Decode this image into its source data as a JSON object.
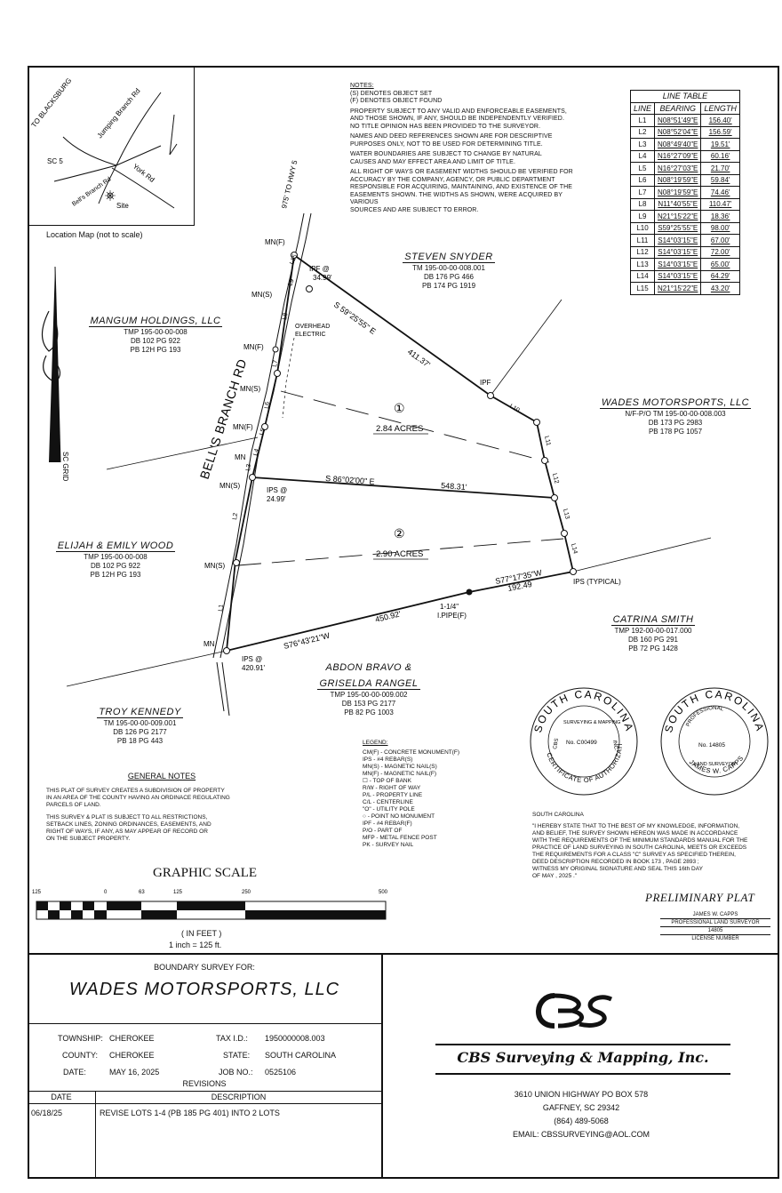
{
  "location_map": {
    "caption": "Location Map (not to scale)",
    "labels": {
      "to_blacksburg": "TO BLACKSBURG",
      "jumping_branch": "Jumping Branch Rd",
      "sc5": "SC 5",
      "york_rd": "York Rd",
      "bells_branch": "Bell's Branch Rd",
      "site": "Site"
    }
  },
  "notes": {
    "heading": "NOTES:",
    "lines": [
      "(S) DENOTES OBJECT SET",
      "(F) DENOTES OBJECT FOUND",
      "PROPERTY SUBJECT TO ANY VALID AND ENFORCEABLE EASEMENTS,",
      "AND THOSE SHOWN, IF ANY, SHOULD BE INDEPENDENTLY VERIFIED.",
      "NO TITLE OPINION HAS BEEN PROVIDED TO THE SURVEYOR.",
      "NAMES AND DEED REFERENCES SHOWN ARE FOR DESCRIPTIVE",
      "PURPOSES ONLY, NOT TO BE USED FOR DETERMINING TITLE.",
      "WATER BOUNDARIES ARE SUBJECT TO CHANGE BY NATURAL",
      "CAUSES AND MAY EFFECT AREA AND LIMIT OF TITLE.",
      "ALL RIGHT OF WAYS OR EASEMENT WIDTHS SHOULD BE VERIFIED FOR",
      "ACCURACY BY THE COMPANY, AGENCY, OR PUBLIC DEPARTMENT",
      "RESPONSIBLE FOR ACQUIRING, MAINTAINING, AND EXISTENCE OF THE",
      "EASEMENTS SHOWN. THE WIDTHS AS SHOWN, WERE ACQUIRED BY VARIOUS",
      "SOURCES AND ARE SUBJECT TO ERROR."
    ]
  },
  "line_table": {
    "title": "LINE TABLE",
    "headers": [
      "LINE",
      "BEARING",
      "LENGTH"
    ],
    "rows": [
      [
        "L1",
        "N08°51'49\"E",
        "156.40'"
      ],
      [
        "L2",
        "N08°52'04\"E",
        "156.59'"
      ],
      [
        "L3",
        "N08°49'40\"E",
        "19.51'"
      ],
      [
        "L4",
        "N16°27'09\"E",
        "60.16'"
      ],
      [
        "L5",
        "N16°27'03\"E",
        "21.70'"
      ],
      [
        "L6",
        "N08°19'59\"E",
        "59.84'"
      ],
      [
        "L7",
        "N08°19'59\"E",
        "74.46'"
      ],
      [
        "L8",
        "N11°40'55\"E",
        "110.47'"
      ],
      [
        "L9",
        "N21°15'22\"E",
        "18.36'"
      ],
      [
        "L10",
        "S59°25'55\"E",
        "98.00'"
      ],
      [
        "L11",
        "S14°03'15\"E",
        "67.00'"
      ],
      [
        "L12",
        "S14°03'15\"E",
        "72.00'"
      ],
      [
        "L13",
        "S14°03'15\"E",
        "65.00'"
      ],
      [
        "L14",
        "S14°03'15\"E",
        "64.29'"
      ],
      [
        "L15",
        "N21°15'22\"E",
        "43.20'"
      ]
    ]
  },
  "owners": {
    "snyder": {
      "name": "STEVEN SNYDER",
      "l1": "TM 195-00-00-008.001",
      "l2": "DB 176 PG 466",
      "l3": "PB 174 PG 1919"
    },
    "mangum": {
      "name": "MANGUM HOLDINGS, LLC",
      "l1": "TMP 195-00-00-008",
      "l2": "DB 102 PG 922",
      "l3": "PB 12H PG 193"
    },
    "wades": {
      "name": "WADES MOTORSPORTS, LLC",
      "l1": "N/F-P/O TM 195-00-00-008.003",
      "l2": "DB 173 PG 2983",
      "l3": "PB 178 PG 1057"
    },
    "wood": {
      "name": "ELIJAH & EMILY WOOD",
      "l1": "TMP 195-00-00-008",
      "l2": "DB 102 PG 922",
      "l3": "PB 12H PG 193"
    },
    "smith": {
      "name": "CATRINA SMITH",
      "l1": "TMP 192-00-00-017.000",
      "l2": "DB 160 PG 291",
      "l3": "PB 72 PG 1428"
    },
    "bravo": {
      "name": "ABDON BRAVO &",
      "name2": "GRISELDA RANGEL",
      "l1": "TMP 195-00-00-009.002",
      "l2": "DB 153 PG 2177",
      "l3": "PB 82 PG 1003"
    },
    "kennedy": {
      "name": "TROY KENNEDY",
      "l1": "TM 195-00-00-009.001",
      "l2": "DB 126 PG 2177",
      "l3": "PB 18 PG 443"
    }
  },
  "plat_labels": {
    "road": "BELL'S BRANCH RD",
    "to_hwy": "975' TO HWY 5",
    "sc_grid": "SC GRID",
    "overhead1": "OVERHEAD",
    "overhead2": "ELECTRIC",
    "lot1": "①",
    "lot1_area": "2.84 ACRES",
    "lot2": "②",
    "lot2_area": "2.90 ACRES",
    "bearing_top": "S 59°25'55\" E",
    "dist_top": "411.37'",
    "bearing_mid": "S 86°02'00\" E",
    "dist_mid": "548.31'",
    "bearing_bot": "S76°43'21\"W",
    "dist_bot": "450.92'",
    "bearing_sw": "S77°17'35\"W",
    "dist_sw": "192.49",
    "ipf_top": "IPF @",
    "ipf_top_d": "34.99'",
    "ipf": "IPF",
    "ips_mid": "IPS @",
    "ips_mid_d": "24.99'",
    "ips_bot": "IPS @",
    "ips_bot_d": "420.91'",
    "ips_typ": "IPS (TYPICAL)",
    "pipe1": "1-1/4\"",
    "pipe2": "I.PIPE(F)",
    "mnf": "MN(F)",
    "mns": "MN(S)",
    "mn": "MN",
    "line_labels": [
      "L1",
      "L2",
      "L3",
      "L4",
      "L5",
      "L6",
      "L7",
      "L8",
      "L9",
      "L10",
      "L11",
      "L12",
      "L13",
      "L14",
      "L15"
    ]
  },
  "legend": {
    "heading": "LEGEND:",
    "items": [
      "CM(F) - CONCRETE MONUMENT(F)",
      "IPS - #4 REBAR(S)",
      "MN(S) - MAGNETIC NAIL(S)",
      "MN(F) - MAGNETIC NAIL(F)",
      "☐ - TOP OF BANK",
      "R/W - RIGHT OF WAY",
      "P/L - PROPERTY LINE",
      "C/L - CENTERLINE",
      "\"O\" - UTILITY POLE",
      "○ - POINT NO MONUMENT",
      "IPF - #4 REBAR(F)",
      "P/O - PART OF",
      "MFP - METAL FENCE POST",
      "PK - SURVEY NAIL"
    ]
  },
  "general_notes": {
    "heading": "GENERAL NOTES",
    "p1": [
      "THIS PLAT OF SURVEY CREATES A SUBDIVISION OF PROPERTY",
      "IN AN AREA OF THE COUNTY HAVING AN ORDINACE REGULATING",
      "PARCELS OF LAND."
    ],
    "p2": [
      "THIS SURVEY & PLAT IS SUBJECT TO ALL RESTRICTIONS,",
      "SETBACK LINES, ZONING ORDINANCES, EASEMENTS, AND",
      "RIGHT OF WAYS, IF ANY, AS MAY APPEAR OF RECORD OR",
      "ON THE SUBJECT PROPERTY."
    ]
  },
  "scale": {
    "title": "GRAPHIC SCALE",
    "ticks": [
      "125",
      "0",
      "63",
      "125",
      "250",
      "500"
    ],
    "unit": "( IN FEET )",
    "ratio": "1 inch = 125  ft."
  },
  "seal1": {
    "top": "SOUTH CAROLINA",
    "inner_top": "SURVEYING & MAPPING",
    "inner": "No. C00499",
    "left": "CBS",
    "right": "INC.",
    "bottom": "CERTIFICATE OF AUTHORIZATION"
  },
  "seal2": {
    "top": "SOUTH CAROLINA",
    "inner_top": "PROFESSIONAL",
    "inner": "No. 14805",
    "inner_bot": "LAND SURVEYOR",
    "bottom": "JAMES W. CAPPS"
  },
  "certification": {
    "state": "SOUTH CAROLINA",
    "lines": [
      "\"I HEREBY STATE THAT TO THE BEST OF MY KNOWLEDGE, INFORMATION,",
      "AND BELIEF, THE SURVEY SHOWN HEREON WAS MADE IN ACCORDANCE",
      "WITH THE REQUIREMENTS OF THE MINIMUM STANDARDS MANUAL FOR THE",
      "PRACTICE OF LAND SURVEYING IN SOUTH CAROLINA, MEETS OR EXCEEDS",
      "THE REQUIREMENTS FOR A CLASS \"C\"    SURVEY  AS SPECIFIED THEREIN,",
      "DEED DESCRIPTION RECORDED IN BOOK   173  , PAGE    2893  ;",
      "WITNESS MY ORIGINAL SIGNATURE AND SEAL THIS 16th DAY",
      "OF MAY            , 2025 .\""
    ],
    "preliminary": "PRELIMINARY PLAT",
    "sig_name": "JAMES W. CAPPS",
    "sig_title": "PROFESSIONAL LAND SURVEYOR",
    "sig_no": "14805",
    "sig_label": "LICENSE NUMBER"
  },
  "title_block": {
    "for_label": "BOUNDARY SURVEY FOR:",
    "client": "WADES MOTORSPORTS,  LLC",
    "township_label": "TOWNSHIP:",
    "township": "CHEROKEE",
    "county_label": "COUNTY:",
    "county": "CHEROKEE",
    "date_label": "DATE:",
    "date": "MAY 16, 2025",
    "tax_label": "TAX I.D.:",
    "tax": "1950000008.003",
    "state_label": "STATE:",
    "state": "SOUTH CAROLINA",
    "job_label": "JOB NO.:",
    "job": "0525106",
    "revisions_label": "REVISIONS",
    "rev_date_h": "DATE",
    "rev_desc_h": "DESCRIPTION",
    "rev_date": "06/18/25",
    "rev_desc": "REVISE LOTS 1-4 (PB 185 PG 401) INTO 2 LOTS"
  },
  "company": {
    "logo": "CBS",
    "name": "CBS Surveying & Mapping, Inc.",
    "addr1": "3610 UNION HIGHWAY  PO BOX 578",
    "addr2": "GAFFNEY, SC   29342",
    "phone": "(864) 489-5068",
    "email": "EMAIL: CBSSURVEYING@AOL.COM"
  }
}
